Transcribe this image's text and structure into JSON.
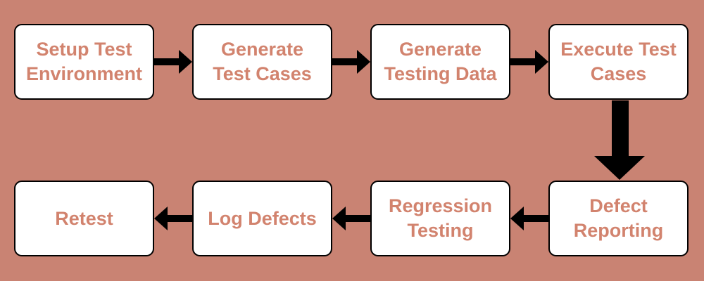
{
  "colors": {
    "background": "#c98373",
    "node_fill": "#ffffff",
    "node_border": "#000000",
    "node_text": "#d2836e",
    "arrow": "#000000"
  },
  "nodes": [
    {
      "id": "setup-test-environment",
      "label": "Setup Test Environment"
    },
    {
      "id": "generate-test-cases",
      "label": "Generate Test Cases"
    },
    {
      "id": "generate-testing-data",
      "label": "Generate Testing Data"
    },
    {
      "id": "execute-test-cases",
      "label": "Execute Test Cases"
    },
    {
      "id": "defect-reporting",
      "label": "Defect Reporting"
    },
    {
      "id": "regression-testing",
      "label": "Regression Testing"
    },
    {
      "id": "log-defects",
      "label": "Log Defects"
    },
    {
      "id": "retest",
      "label": "Retest"
    }
  ],
  "edges": [
    {
      "from": "setup-test-environment",
      "to": "generate-test-cases",
      "direction": "right"
    },
    {
      "from": "generate-test-cases",
      "to": "generate-testing-data",
      "direction": "right"
    },
    {
      "from": "generate-testing-data",
      "to": "execute-test-cases",
      "direction": "right"
    },
    {
      "from": "execute-test-cases",
      "to": "defect-reporting",
      "direction": "down"
    },
    {
      "from": "defect-reporting",
      "to": "regression-testing",
      "direction": "left"
    },
    {
      "from": "regression-testing",
      "to": "log-defects",
      "direction": "left"
    },
    {
      "from": "log-defects",
      "to": "retest",
      "direction": "left"
    }
  ]
}
